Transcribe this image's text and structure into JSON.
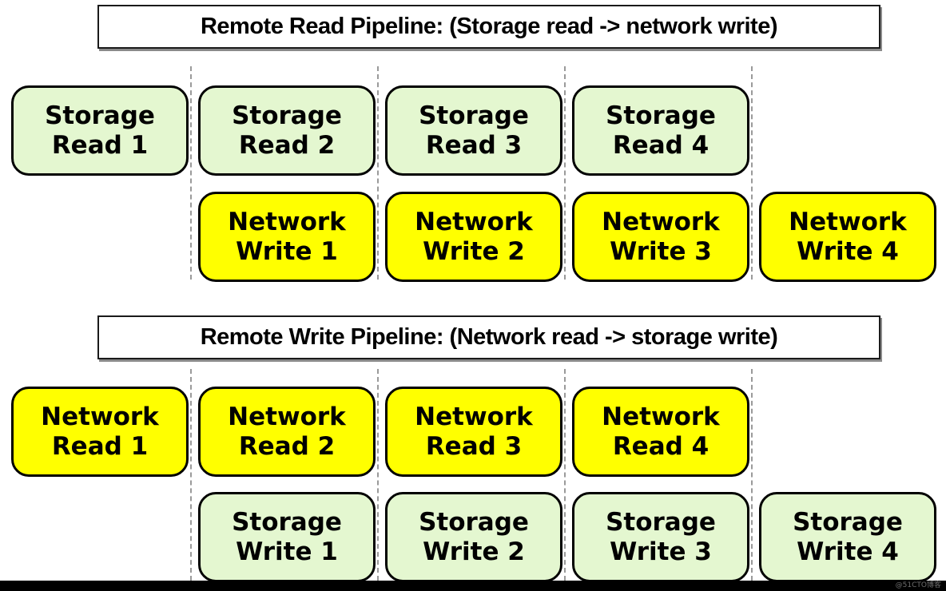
{
  "colors": {
    "storage_fill": "#e4f7d0",
    "network_fill": "#ffff00",
    "dashed_line": "#9a9a9a",
    "bottom_bar": "#000000"
  },
  "watermark": "@51CTO博客",
  "pipelines": [
    {
      "title": "Remote Read Pipeline: (Storage read -> network write)",
      "top_row": {
        "kind": "storage",
        "boxes": [
          {
            "l1": "Storage",
            "l2": "Read 1"
          },
          {
            "l1": "Storage",
            "l2": "Read 2"
          },
          {
            "l1": "Storage",
            "l2": "Read 3"
          },
          {
            "l1": "Storage",
            "l2": "Read 4"
          }
        ]
      },
      "bottom_row": {
        "kind": "network",
        "boxes": [
          {
            "l1": "Network",
            "l2": "Write 1"
          },
          {
            "l1": "Network",
            "l2": "Write 2"
          },
          {
            "l1": "Network",
            "l2": "Write 3"
          },
          {
            "l1": "Network",
            "l2": "Write 4"
          }
        ]
      }
    },
    {
      "title": "Remote Write Pipeline: (Network read -> storage write)",
      "top_row": {
        "kind": "network",
        "boxes": [
          {
            "l1": "Network",
            "l2": "Read 1"
          },
          {
            "l1": "Network",
            "l2": "Read 2"
          },
          {
            "l1": "Network",
            "l2": "Read 3"
          },
          {
            "l1": "Network",
            "l2": "Read 4"
          }
        ]
      },
      "bottom_row": {
        "kind": "storage",
        "boxes": [
          {
            "l1": "Storage",
            "l2": "Write 1"
          },
          {
            "l1": "Storage",
            "l2": "Write 2"
          },
          {
            "l1": "Storage",
            "l2": "Write 3"
          },
          {
            "l1": "Storage",
            "l2": "Write 4"
          }
        ]
      }
    }
  ]
}
